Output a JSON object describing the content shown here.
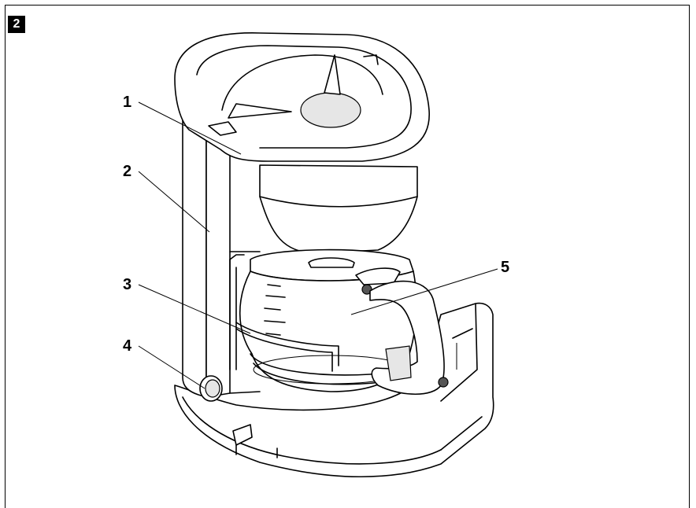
{
  "figure": {
    "number": "2"
  },
  "callouts": [
    {
      "id": "1",
      "label": "1"
    },
    {
      "id": "2",
      "label": "2"
    },
    {
      "id": "3",
      "label": "3"
    },
    {
      "id": "4",
      "label": "4"
    },
    {
      "id": "5",
      "label": "5"
    }
  ],
  "colors": {
    "line": "#000000",
    "background": "#ffffff",
    "shade": "#e6e6e6"
  }
}
